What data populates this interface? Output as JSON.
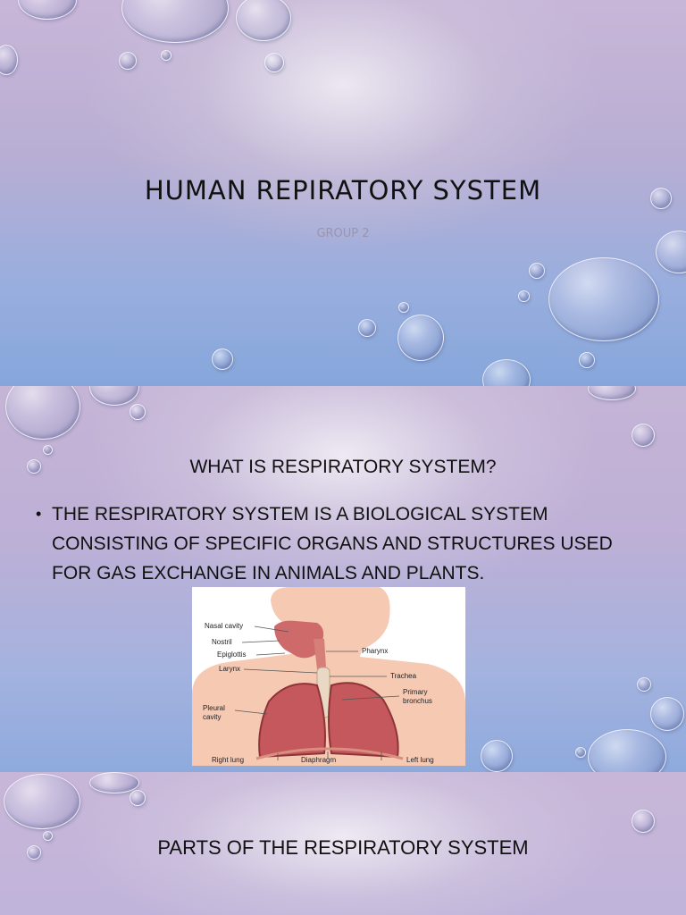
{
  "slides": {
    "title": {
      "heading": "HUMAN REPIRATORY SYSTEM",
      "subheading": "GROUP 2"
    },
    "definition": {
      "heading": "WHAT IS RESPIRATORY SYSTEM?",
      "bullet_marker": "•",
      "bullet_text": "THE RESPIRATORY SYSTEM IS A BIOLOGICAL SYSTEM CONSISTING OF SPECIFIC ORGANS AND STRUCTURES USED FOR GAS EXCHANGE IN ANIMALS AND PLANTS.",
      "diagram_labels": {
        "nasal_cavity": "Nasal cavity",
        "nostril": "Nostril",
        "epiglottis": "Epiglottis",
        "larynx": "Larynx",
        "pharynx": "Pharynx",
        "trachea": "Trachea",
        "primary_bronchus_1": "Primary",
        "primary_bronchus_2": "bronchus",
        "pleural_cavity_1": "Pleural",
        "pleural_cavity_2": "cavity",
        "right_lung": "Right lung",
        "diaphragm": "Diaphragm",
        "left_lung": "Left lung"
      }
    },
    "parts": {
      "heading": "PARTS OF THE RESPIRATORY SYSTEM"
    }
  },
  "colors": {
    "text": "#111111",
    "subtitle": "#9a94ae",
    "skin": "#f6c9b3",
    "lung": "#c4585d",
    "trachea": "#e9d9c4"
  }
}
